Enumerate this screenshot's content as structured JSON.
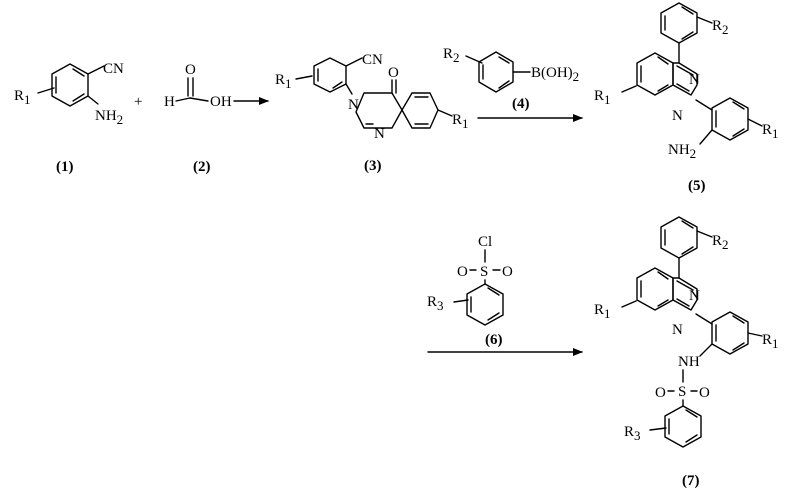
{
  "compounds": {
    "c1": {
      "number": "(1)",
      "r1": "R",
      "r1_sub": "1",
      "cn": "CN",
      "nh2": "NH",
      "nh2_sub": "2"
    },
    "c2": {
      "number": "(2)",
      "o": "O",
      "h": "H",
      "oh": "OH"
    },
    "c3": {
      "number": "(3)",
      "r1": "R",
      "r1_sub": "1",
      "cn": "CN",
      "o": "O",
      "n1": "N",
      "n2": "N",
      "r1b": "R",
      "r1b_sub": "1"
    },
    "c4": {
      "number": "(4)",
      "r2": "R",
      "r2_sub": "2",
      "boh": "B(OH)",
      "boh_sub": "2"
    },
    "c5": {
      "number": "(5)",
      "r2": "R",
      "r2_sub": "2",
      "r1": "R",
      "r1_sub": "1",
      "n1": "N",
      "n2": "N",
      "r1b": "R",
      "r1b_sub": "1",
      "nh2": "NH",
      "nh2_sub": "2"
    },
    "c6": {
      "number": "(6)",
      "cl": "Cl",
      "s": "S",
      "o1": "O",
      "o2": "O",
      "r3": "R",
      "r3_sub": "3"
    },
    "c7": {
      "number": "(7)",
      "r2": "R",
      "r2_sub": "2",
      "r1": "R",
      "r1_sub": "1",
      "n1": "N",
      "n2": "N",
      "r1b": "R",
      "r1b_sub": "1",
      "nh": "NH",
      "s": "S",
      "o1": "O",
      "o2": "O",
      "r3": "R",
      "r3_sub": "3"
    }
  },
  "operators": {
    "plus": "+"
  }
}
